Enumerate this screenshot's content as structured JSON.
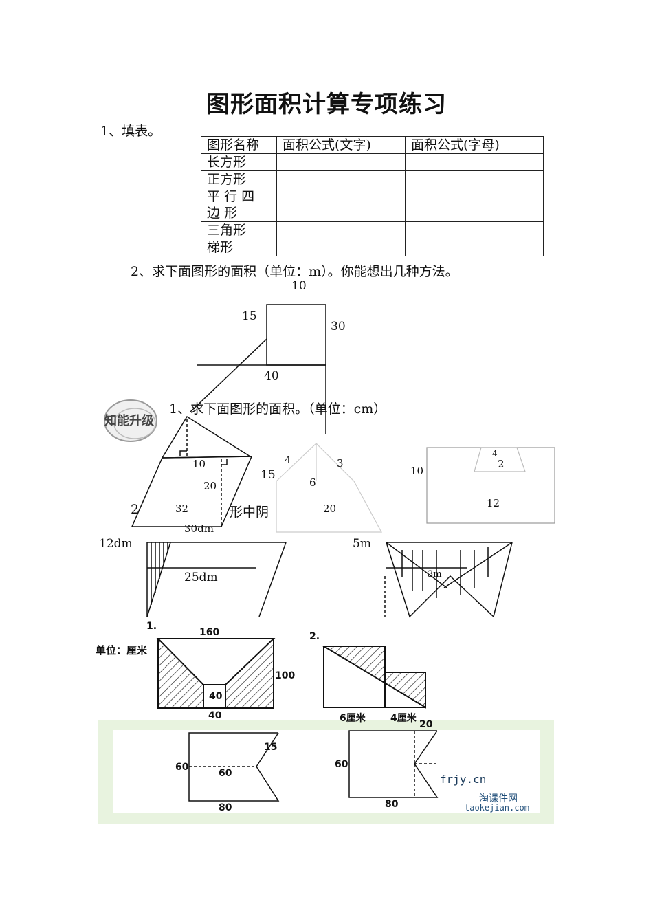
{
  "title": "图形面积计算专项练习",
  "q1": {
    "label": "1、填表。",
    "headers": [
      "图形名称",
      "面积公式(文字)",
      "面积公式(字母)"
    ],
    "rows": [
      [
        "长方形",
        "",
        ""
      ],
      [
        "正方形",
        "",
        ""
      ],
      [
        "平 行 四 边 形",
        "",
        ""
      ],
      [
        "三角形",
        "",
        ""
      ],
      [
        "梯形",
        "",
        ""
      ]
    ]
  },
  "q2": {
    "label": "2、求下面图形的面积（单位：m）。你能想出几种方法。",
    "dims": [
      "10",
      "15",
      "30",
      "40"
    ]
  },
  "badge": "知能升级",
  "q3": {
    "label": "1、求下面图形的面积。（单位：cm）",
    "fig1": [
      "10",
      "20",
      "32",
      "30dm"
    ],
    "fig2": [
      "4",
      "3",
      "15",
      "6",
      "20"
    ],
    "fig3": [
      "4",
      "2",
      "10",
      "12"
    ]
  },
  "q4": {
    "label_fragment_a": "2",
    "label_fragment_b": "形中阴",
    "fig_a": [
      "12dm",
      "25dm"
    ],
    "fig_b": [
      "5m",
      "3m"
    ]
  },
  "q5": {
    "unit": "单位：厘米",
    "fig1": {
      "num": "1.",
      "top": "160",
      "right": "100",
      "inner": "40",
      "bottom": "40"
    },
    "fig2": {
      "num": "2.",
      "left": "6厘米",
      "right": "4厘米"
    }
  },
  "q6": {
    "fig_a": [
      "60",
      "60",
      "15",
      "80"
    ],
    "fig_b": [
      "60",
      "80",
      "20"
    ],
    "watermark": "frjy.cn",
    "logo_line1": "淘课件网",
    "logo_line2": "taokejian.com"
  }
}
